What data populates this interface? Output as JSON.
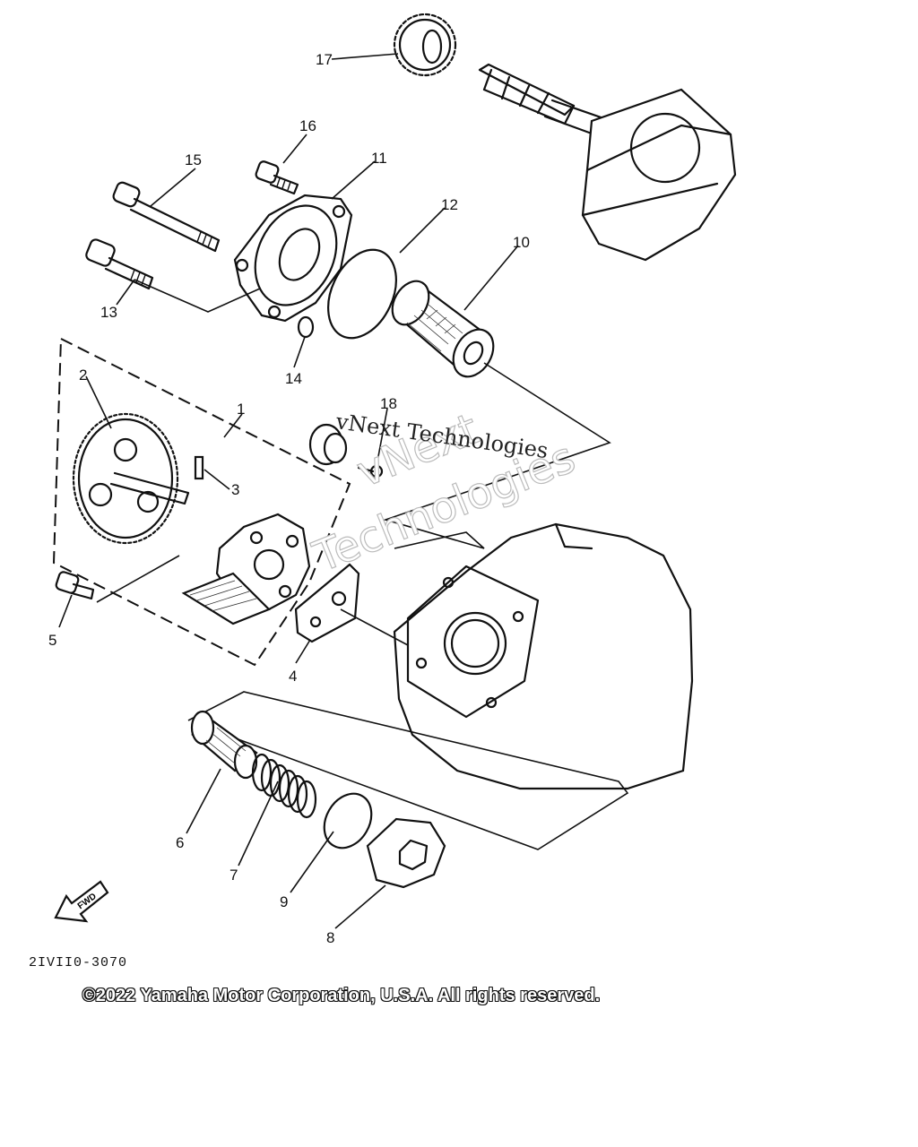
{
  "callouts": [
    "1",
    "2",
    "3",
    "4",
    "5",
    "6",
    "7",
    "8",
    "9",
    "10",
    "11",
    "12",
    "13",
    "14",
    "15",
    "16",
    "17",
    "18"
  ],
  "fwd_arrow_text": "FWD",
  "diagram_code": "2IVII0-3070",
  "copyright": "©2022 Yamaha Motor Corporation, U.S.A. All rights reserved.",
  "watermark": {
    "small": "vNext Technologies",
    "large_line1": "vNext",
    "large_line2": "Technologies"
  }
}
